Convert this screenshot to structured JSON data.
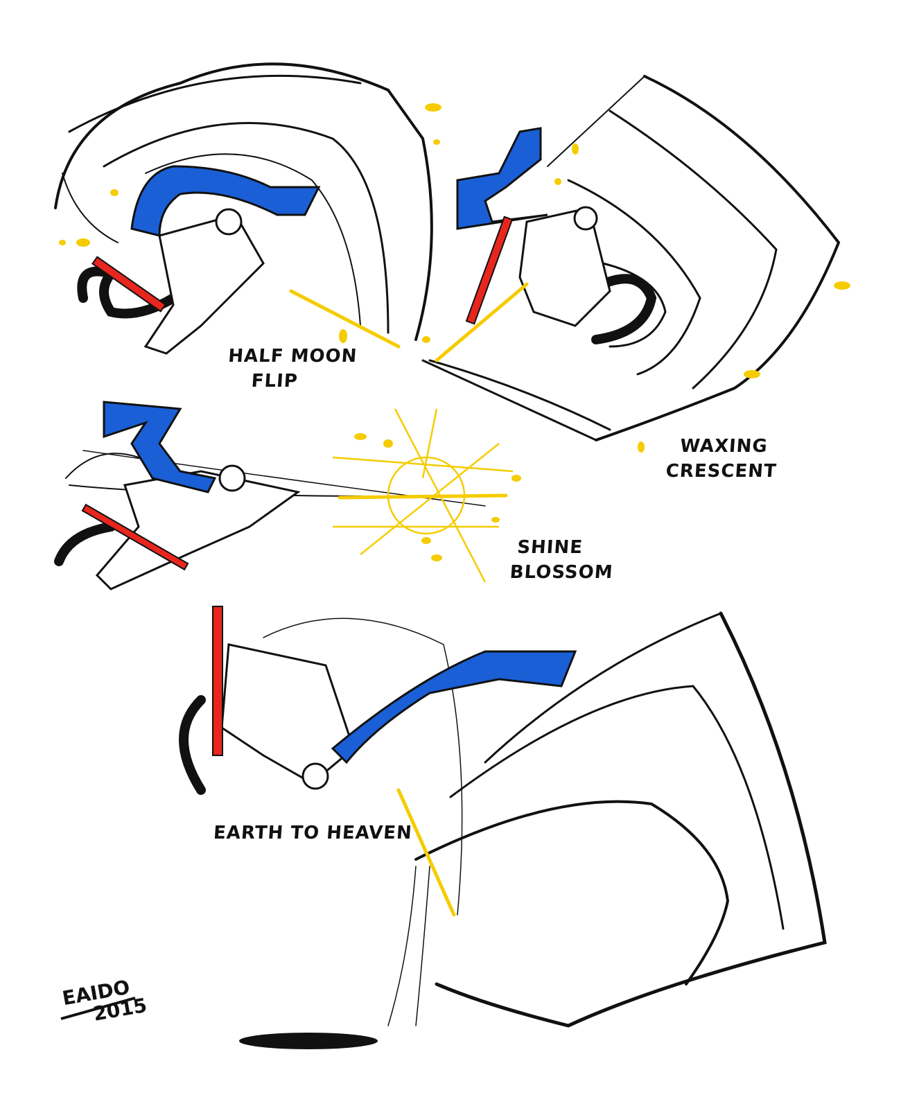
{
  "moves": [
    {
      "name": "HALF MOON",
      "line2": "FLIP"
    },
    {
      "name": "WAXING",
      "line2": "CRESCENT"
    },
    {
      "name": "SHINE",
      "line2": "BLOSSOM"
    },
    {
      "name": "EARTH TO HEAVEN"
    }
  ],
  "signature": {
    "name": "EAIDO",
    "year": "2015"
  },
  "colors": {
    "cape": "#1a5fd6",
    "sheath": "#e8261e",
    "blade": "#f5cc00",
    "ink": "#111111"
  }
}
